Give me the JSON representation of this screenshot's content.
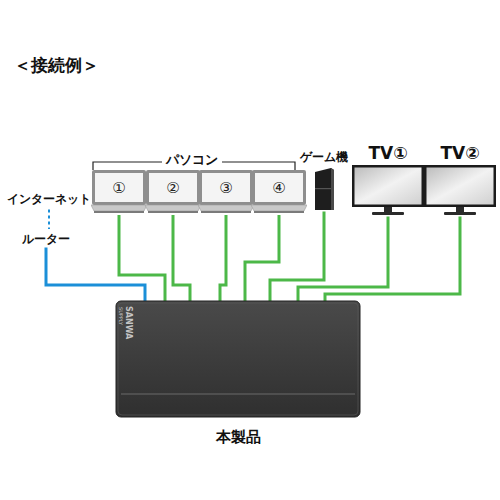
{
  "diagram": {
    "title": "＜接続例＞",
    "nodes": [
      {
        "text": [
          "①"
        ]
      },
      {
        "text": [
          "②"
        ]
      },
      {
        "text": [
          "③"
        ]
      },
      {
        "text": [
          "④"
        ]
      },
      {
        "text": [
          "ゲーム機"
        ]
      },
      {
        "text": [
          "TV①"
        ]
      },
      {
        "text": [
          "TV②"
        ]
      },
      {
        "text": [
          "インターネット"
        ]
      },
      {
        "text": [
          "ルーター"
        ]
      },
      {
        "text": [
          "本製品"
        ]
      }
    ],
    "edges": [
      {
        "from": 0,
        "to": 9,
        "arrow": "none"
      },
      {
        "from": 1,
        "to": 9,
        "arrow": "none"
      },
      {
        "from": 2,
        "to": 9,
        "arrow": "none"
      },
      {
        "from": 3,
        "to": 9,
        "arrow": "none"
      },
      {
        "from": 4,
        "to": 9,
        "arrow": "none"
      },
      {
        "from": 5,
        "to": 9,
        "arrow": "none"
      },
      {
        "from": 6,
        "to": 9,
        "arrow": "none"
      },
      {
        "from": 7,
        "to": 8,
        "arrow": "none"
      },
      {
        "from": 8,
        "to": 9,
        "arrow": "none"
      }
    ],
    "labels": [
      "パソコン",
      "SANWA",
      "SUPPLY"
    ]
  }
}
